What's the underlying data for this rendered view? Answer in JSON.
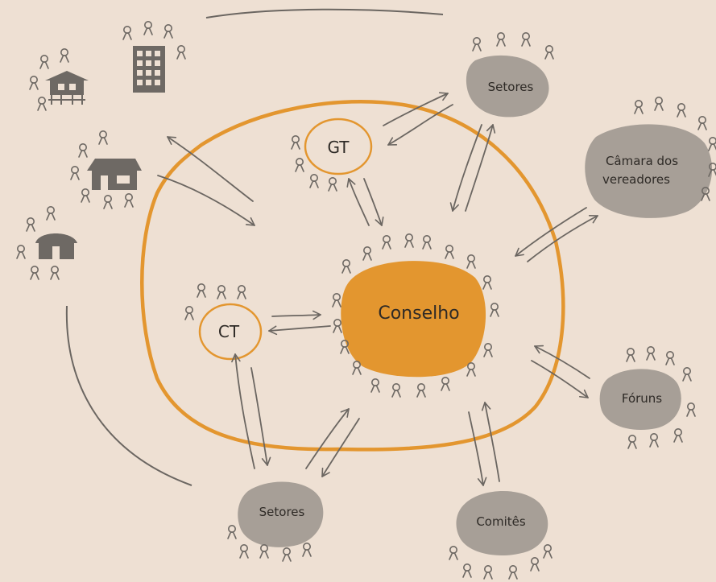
{
  "colors": {
    "background": "#eee0d3",
    "orange": "#e3962f",
    "gray_node": "#a79f97",
    "stroke": "#6b6661",
    "icon": "#6e6964",
    "text": "#2e2a26"
  },
  "nodes": {
    "conselho": "Conselho",
    "gt": "GT",
    "ct": "CT",
    "setores_top": "Setores",
    "setores_bottom": "Setores",
    "camara_line1": "Câmara dos",
    "camara_line2": "vereadores",
    "foruns": "Fóruns",
    "comites": "Comitês"
  },
  "icons": [
    "person-icon",
    "apartment-building-icon",
    "stilt-house-icon",
    "house-icon",
    "hut-icon"
  ]
}
